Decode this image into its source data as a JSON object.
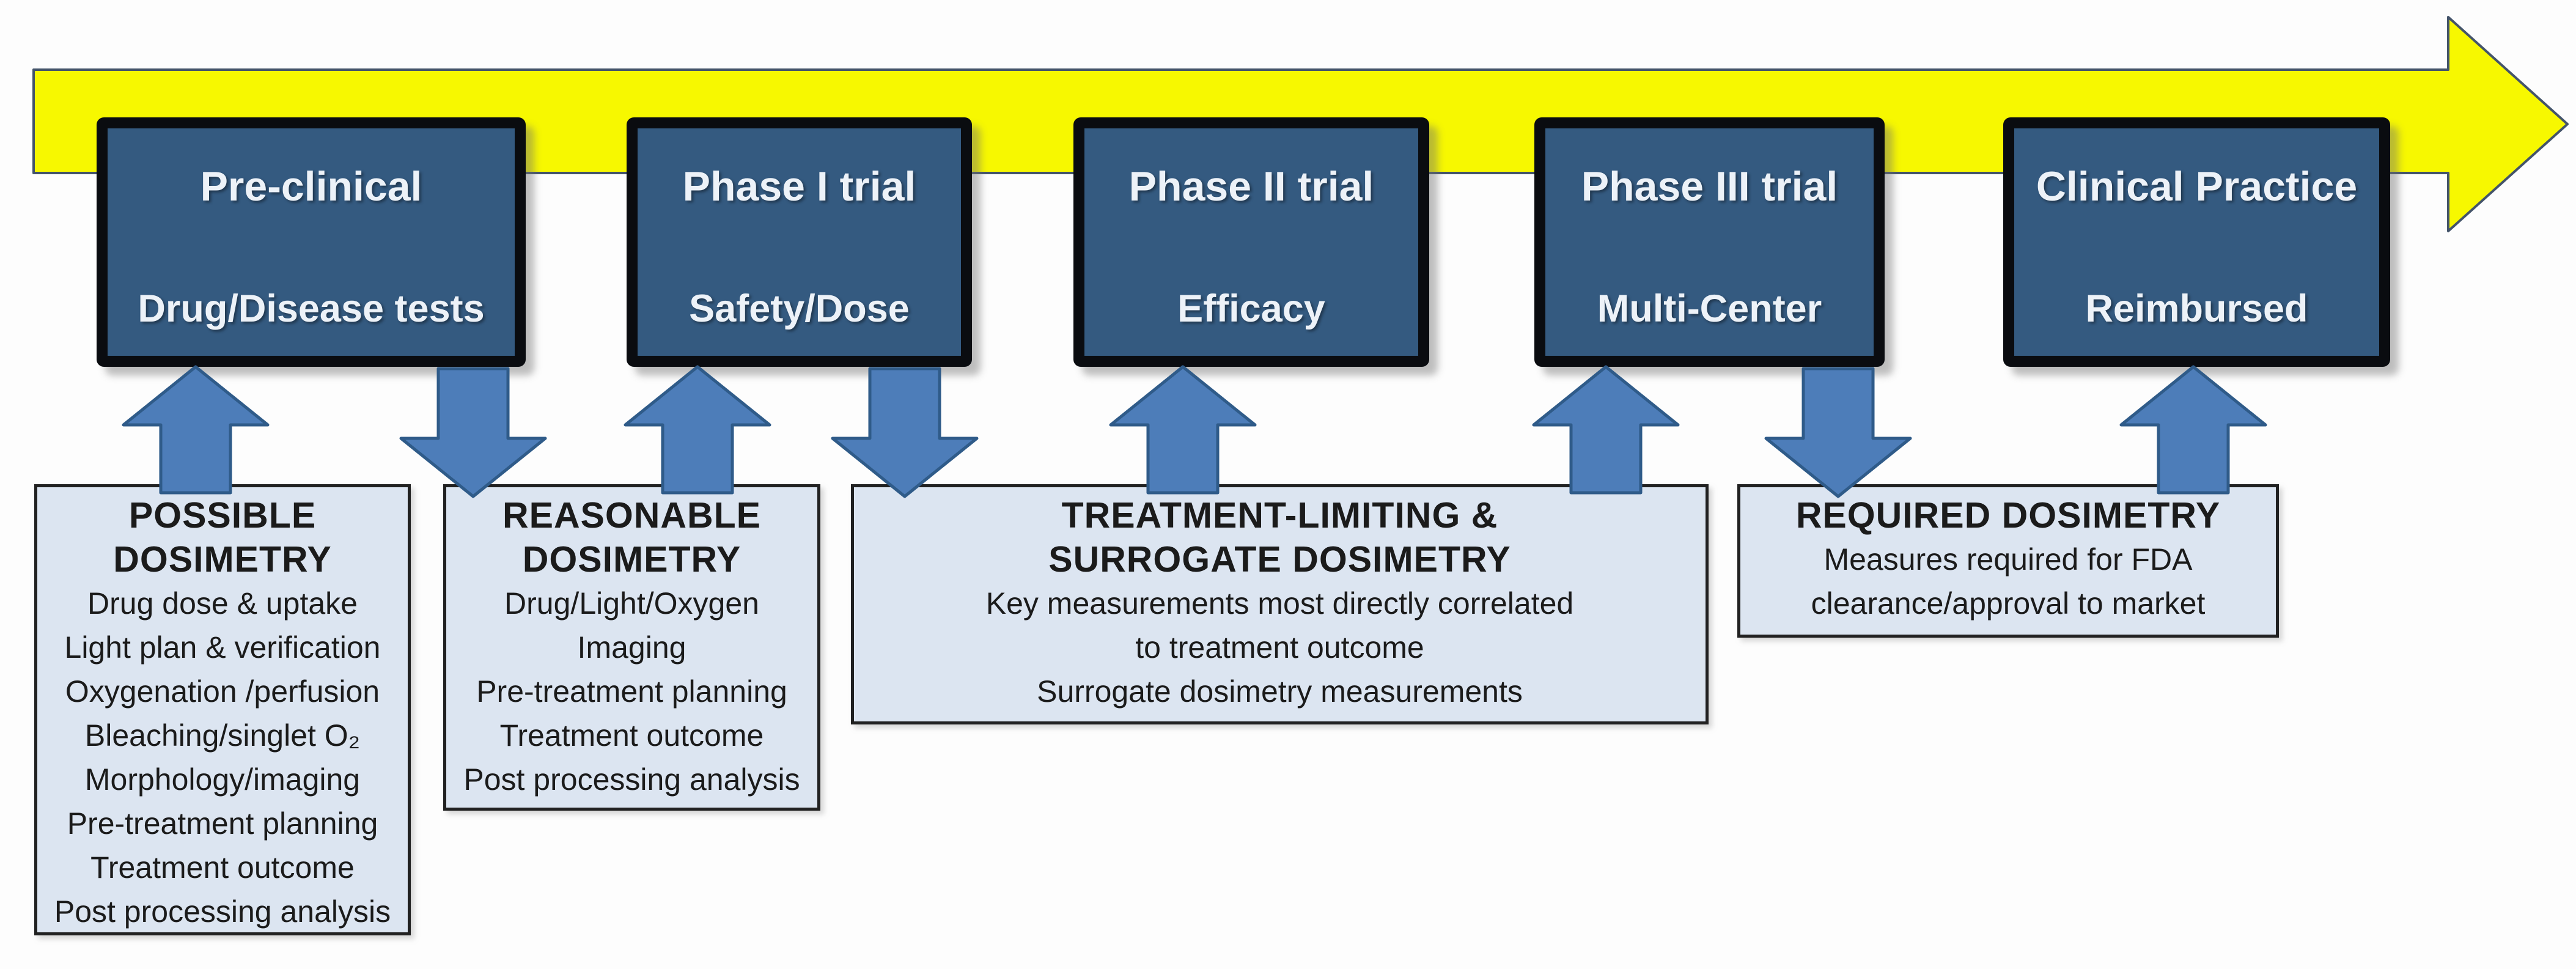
{
  "diagram": {
    "stages": [
      {
        "title": "Pre-clinical",
        "subtitle": "Drug/Disease tests"
      },
      {
        "title": "Phase I trial",
        "subtitle": "Safety/Dose"
      },
      {
        "title": "Phase II trial",
        "subtitle": "Efficacy"
      },
      {
        "title": "Phase III trial",
        "subtitle": "Multi-Center"
      },
      {
        "title": "Clinical Practice",
        "subtitle": "Reimbursed"
      }
    ],
    "notes": [
      {
        "header_lines": [
          "POSSIBLE",
          "DOSIMETRY"
        ],
        "body_lines": [
          "Drug dose & uptake",
          "Light plan & verification",
          "Oxygenation /perfusion",
          "Bleaching/singlet O₂",
          "Morphology/imaging",
          "Pre-treatment planning",
          "Treatment outcome",
          "Post processing analysis"
        ]
      },
      {
        "header_lines": [
          "REASONABLE",
          "DOSIMETRY"
        ],
        "body_lines": [
          "Drug/Light/Oxygen",
          "Imaging",
          "Pre-treatment planning",
          "Treatment outcome",
          "Post processing analysis"
        ]
      },
      {
        "header_lines": [
          "TREATMENT-LIMITING &",
          "SURROGATE DOSIMETRY"
        ],
        "body_lines": [
          "Key measurements most directly correlated",
          "to treatment outcome",
          "Surrogate dosimetry measurements"
        ]
      },
      {
        "header_lines": [
          "REQUIRED DOSIMETRY"
        ],
        "body_lines": [
          "Measures required for FDA",
          "clearance/approval to market"
        ]
      }
    ],
    "colors": {
      "timeline_fill": "#f7f800",
      "timeline_stroke": "#44546a",
      "stage_fill": "#345a80",
      "stage_border": "#0a0c10",
      "stage_text": "#edf2f8",
      "note_fill": "#dce5f1",
      "note_border": "#212121",
      "note_text": "#1b1b1b",
      "connector_fill": "#4d7db9",
      "connector_stroke": "#2f5b89"
    }
  }
}
